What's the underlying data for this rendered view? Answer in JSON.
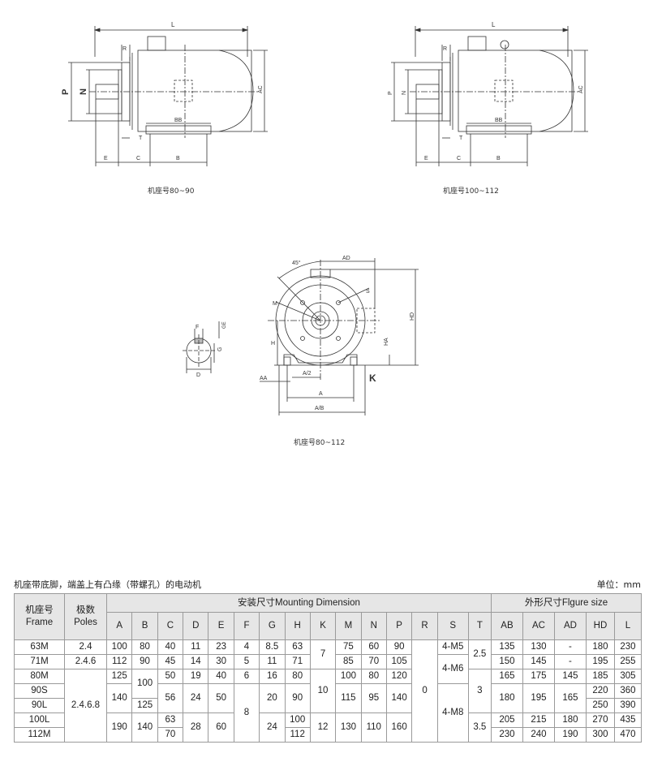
{
  "drawings": {
    "side_view_1": {
      "caption": "机座号80~90",
      "labels": {
        "L": "L",
        "R": "R",
        "P": "P",
        "N": "N",
        "AC": "AC",
        "BB": "BB",
        "E": "E",
        "C": "C",
        "B": "B",
        "T": "T"
      }
    },
    "side_view_2": {
      "caption": "机座号100~112",
      "labels": {
        "L": "L",
        "R": "R",
        "P": "P",
        "N": "N",
        "AC": "AC",
        "BB": "BB",
        "E": "E",
        "C": "C",
        "B": "B",
        "T": "T"
      }
    },
    "front_view": {
      "caption": "机座号80~112",
      "labels": {
        "deg": "45°",
        "AD": "AD",
        "S": "S",
        "M": "M",
        "H": "H",
        "HD": "HD",
        "HA": "HA",
        "K": "K",
        "AA": "AA",
        "A2": "A/2",
        "A": "A",
        "AB": "A/B"
      }
    },
    "shaft_section": {
      "labels": {
        "F": "F",
        "GE": "GE",
        "G": "G",
        "D": "D"
      }
    }
  },
  "table": {
    "title": "机座带底脚，端盖上有凸缘（带螺孔）的电动机",
    "unit": "单位：mm",
    "frame_cn": "机座号",
    "frame_en": "Frame",
    "poles_cn": "极数",
    "poles_en": "Poles",
    "group_mount": "安装尺寸Mounting Dimension",
    "group_outline": "外形尺寸Flgure size",
    "columns": [
      "A",
      "B",
      "C",
      "D",
      "E",
      "F",
      "G",
      "H",
      "K",
      "M",
      "N",
      "P",
      "R",
      "S",
      "T",
      "AB",
      "AC",
      "AD",
      "HD",
      "L"
    ],
    "frames": [
      "63M",
      "71M",
      "80M",
      "90S",
      "90L",
      "100L",
      "112M"
    ],
    "poles": {
      "p63": "2.4",
      "p71": "2.4.6",
      "p80_112": "2.4.6.8"
    },
    "cells": {
      "A": {
        "m63": "100",
        "m71": "112",
        "m80": "125",
        "m90": "140",
        "m100": "190"
      },
      "B": {
        "m63": "80",
        "m71": "90",
        "m80_90s": "100",
        "m90l": "125",
        "m100": "140"
      },
      "C": {
        "m63": "40",
        "m71": "45",
        "m80": "50",
        "m90": "56",
        "m100": "63",
        "m112": "70"
      },
      "D": {
        "m63": "11",
        "m71": "14",
        "m80": "19",
        "m90": "24",
        "m100": "28"
      },
      "E": {
        "m63": "23",
        "m71": "30",
        "m80": "40",
        "m90": "50",
        "m100": "60"
      },
      "F": {
        "m63": "4",
        "m71": "5",
        "m80": "6",
        "m90": "8"
      },
      "G": {
        "m63": "8.5",
        "m71": "11",
        "m80": "16",
        "m90": "20",
        "m100": "24"
      },
      "H": {
        "m63": "63",
        "m71": "71",
        "m80": "80",
        "m90": "90",
        "m100": "100",
        "m112": "112"
      },
      "K": {
        "m63": "7",
        "m80": "10",
        "m100": "12"
      },
      "M": {
        "m63": "75",
        "m71": "85",
        "m80": "100",
        "m90": "115",
        "m100": "130"
      },
      "N": {
        "m63": "60",
        "m71": "70",
        "m80": "80",
        "m90": "95",
        "m100": "110"
      },
      "P": {
        "m63": "90",
        "m71": "105",
        "m80": "120",
        "m90": "140",
        "m100": "160"
      },
      "R": {
        "all": "0"
      },
      "S": {
        "m63": "4-M5",
        "m71": "4-M6",
        "m80": "4-M8"
      },
      "T": {
        "m63": "2.5",
        "m80": "3",
        "m100": "3.5"
      },
      "AB": {
        "m63": "135",
        "m71": "150",
        "m80": "165",
        "m90": "180",
        "m100": "205",
        "m112": "230"
      },
      "AC": {
        "m63": "130",
        "m71": "145",
        "m80": "175",
        "m90": "195",
        "m100": "215",
        "m112": "240"
      },
      "AD": {
        "m63": "-",
        "m71": "-",
        "m80": "145",
        "m90": "165",
        "m100": "180",
        "m112": "190"
      },
      "HD": {
        "m63": "180",
        "m71": "195",
        "m80": "185",
        "m90s": "220",
        "m90l": "250",
        "m100": "270",
        "m112": "300"
      },
      "L": {
        "m63": "230",
        "m71": "255",
        "m80": "305",
        "m90s": "360",
        "m90l": "390",
        "m100": "435",
        "m112": "470"
      }
    }
  }
}
